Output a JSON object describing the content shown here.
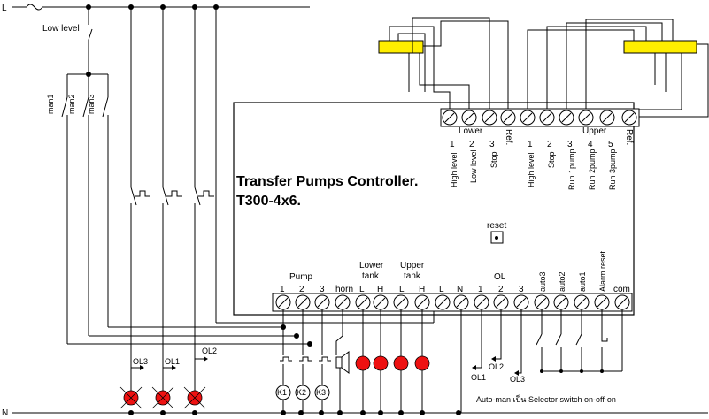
{
  "rails": {
    "line_label": "L",
    "neutral_label": "N"
  },
  "low_level_label": "Low level",
  "manual_switches": [
    "man1",
    "man2",
    "man3"
  ],
  "controller": {
    "title_line1": "Transfer Pumps Controller.",
    "title_line2": "T300-4x6."
  },
  "top_terminals": {
    "lower_label": "Lower",
    "upper_label": "Upper",
    "lower_ref": "Ref.",
    "upper_ref": "Ref.",
    "lower_numbers": [
      "1",
      "2",
      "3"
    ],
    "upper_numbers": [
      "1",
      "2",
      "3",
      "4",
      "5"
    ],
    "lower_functions": [
      "High level",
      "Low level",
      "Stop"
    ],
    "upper_functions": [
      "High level",
      "Stop",
      "Run 1pump",
      "Run 2pump",
      "Run 3pump"
    ]
  },
  "reset_label": "reset",
  "bottom_terminals": {
    "pump_label": "Pump",
    "pump_numbers": [
      "1",
      "2",
      "3"
    ],
    "horn_label": "horn",
    "lower_tank_label": [
      "Lower",
      "tank"
    ],
    "upper_tank_label": [
      "Upper",
      "tank"
    ],
    "level_letters": [
      "L",
      "H",
      "L",
      "H"
    ],
    "power_letters": [
      "L",
      "N"
    ],
    "ol_label": "OL",
    "ol_numbers": [
      "1",
      "2",
      "3"
    ],
    "auto_labels": [
      "auto3",
      "auto2",
      "auto1"
    ],
    "alarm_reset_label": "Alarm reset",
    "com_label": "com"
  },
  "overload_labels_left": [
    "OL3",
    "OL1",
    "OL2"
  ],
  "overload_labels_right": [
    "OL1",
    "OL2",
    "OL3"
  ],
  "contactors": [
    "K1",
    "K2",
    "K3"
  ],
  "footnote": "Auto-man เป็น Selector switch on-off-on",
  "colors": {
    "line": "#000000",
    "lamp": "#ee1111",
    "float_switch": "#ffee00"
  }
}
